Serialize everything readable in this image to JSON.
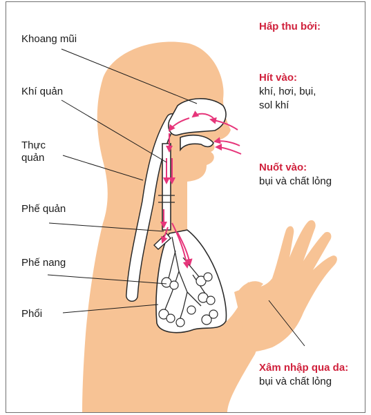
{
  "colors": {
    "skin": "#f7c395",
    "arrow": "#e6357a",
    "heading": "#d0213c",
    "text": "#1a1a1a",
    "line": "#1a1a1a",
    "frame": "#6f6f6f"
  },
  "labels": {
    "nasal_cavity": "Khoang mũi",
    "trachea": "Khí quản",
    "esophagus_line1": "Thực",
    "esophagus_line2": "quản",
    "bronchi": "Phế quản",
    "alveoli": "Phế nang",
    "lungs": "Phổi"
  },
  "routes": {
    "heading": "Hấp thu bởi:",
    "inhale": {
      "title": "Hít vào:",
      "line1": "khí, hơi, bụi,",
      "line2": "sol khí"
    },
    "swallow": {
      "title": "Nuốt vào:",
      "line1": "bụi và chất lỏng"
    },
    "skin": {
      "title": "Xâm nhập qua da:",
      "line1": "bụi và chất lỏng"
    }
  }
}
